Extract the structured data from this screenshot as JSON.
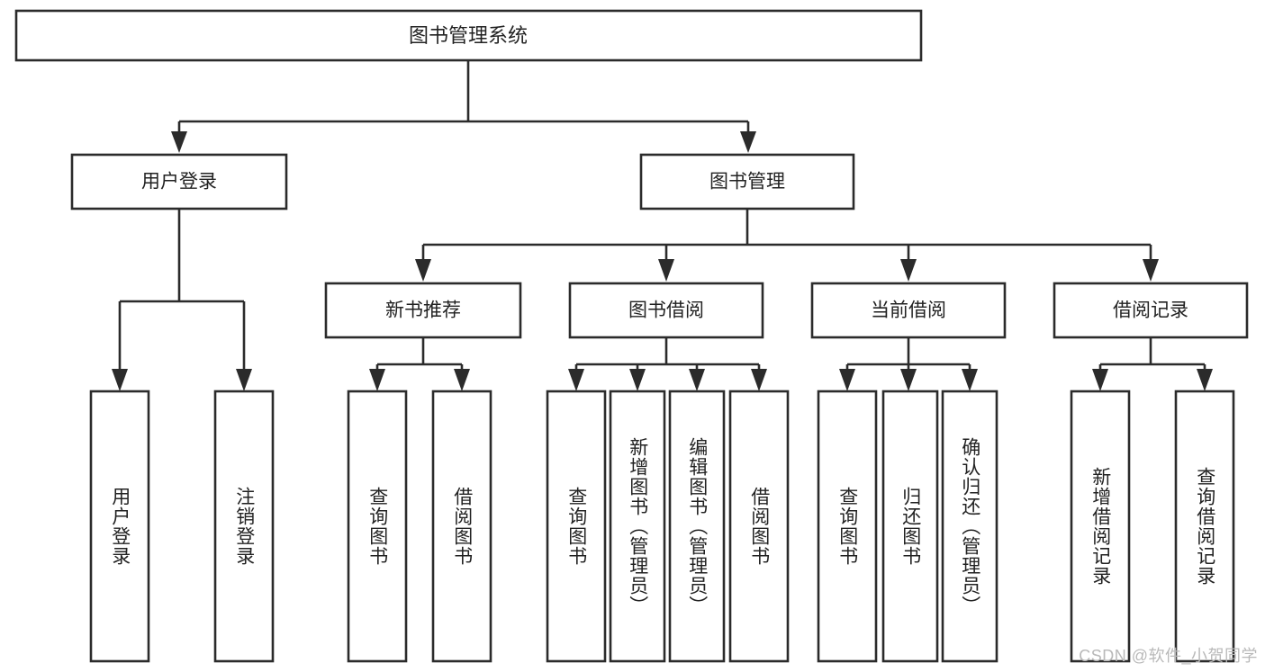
{
  "diagram": {
    "title": "图书管理系统",
    "type": "tree-hierarchy-diagram",
    "orientation": "top-down",
    "root": {
      "label": "图书管理系统"
    },
    "level2": [
      {
        "label": "用户登录"
      },
      {
        "label": "图书管理"
      }
    ],
    "level3": [
      {
        "label": "新书推荐"
      },
      {
        "label": "图书借阅"
      },
      {
        "label": "当前借阅"
      },
      {
        "label": "借阅记录"
      }
    ],
    "leaves_user_login": [
      {
        "label": "用户登录"
      },
      {
        "label": "注销登录"
      }
    ],
    "leaves_new_books": [
      {
        "label": "查询图书"
      },
      {
        "label": "借阅图书"
      }
    ],
    "leaves_borrow": [
      {
        "label": "查询图书"
      },
      {
        "label": "新增图书（管理员）"
      },
      {
        "label": "编辑图书（管理员）"
      },
      {
        "label": "借阅图书"
      }
    ],
    "leaves_current": [
      {
        "label": "查询图书"
      },
      {
        "label": "归还图书"
      },
      {
        "label": "确认归还（管理员）"
      }
    ],
    "leaves_records": [
      {
        "label": "新增借阅记录"
      },
      {
        "label": "查询借阅记录"
      }
    ]
  },
  "watermark": {
    "text": "CSDN @软件_小贺同学"
  },
  "colors": {
    "stroke": "#2b2b2b",
    "box_fill": "#ffffff",
    "text": "#222222",
    "background": "#ffffff",
    "watermark": "#b9b9b9"
  }
}
